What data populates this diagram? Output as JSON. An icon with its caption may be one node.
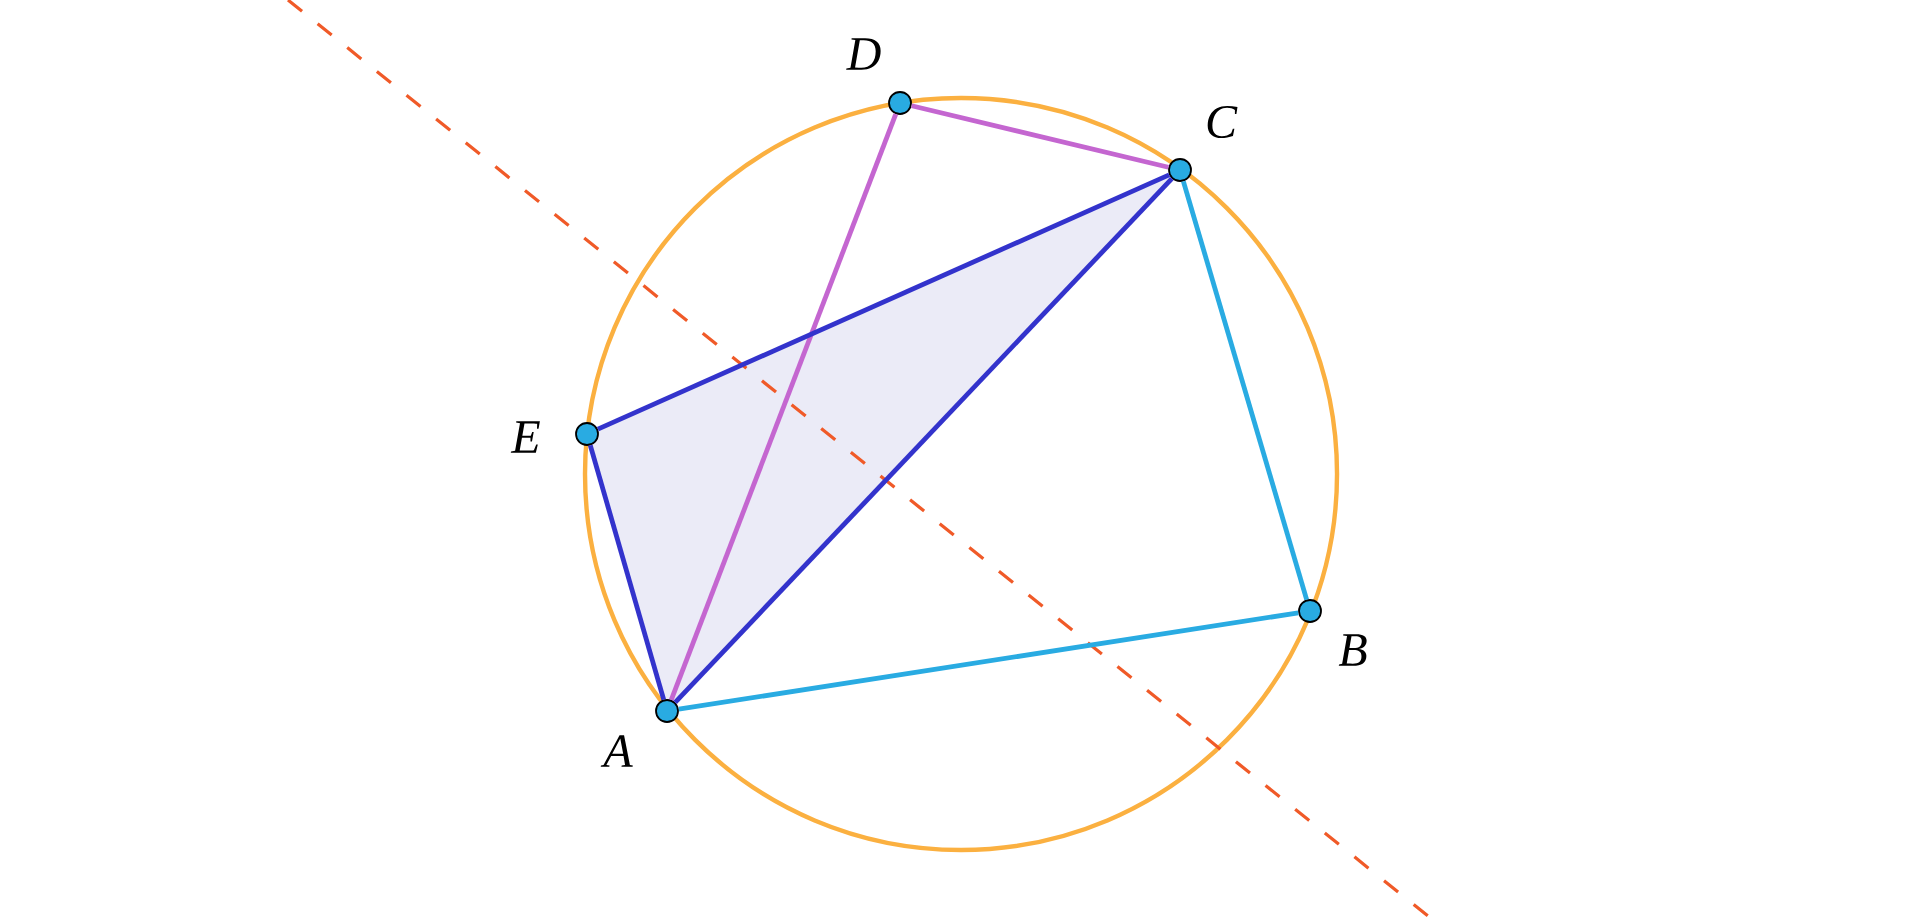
{
  "diagram": {
    "nodes": [
      {
        "text": [
          "A"
        ]
      },
      {
        "text": [
          "B"
        ]
      },
      {
        "text": [
          "C"
        ]
      },
      {
        "text": [
          "D"
        ]
      },
      {
        "text": [
          "E"
        ]
      }
    ],
    "edges": [
      {
        "from": 0,
        "to": 1,
        "arrow": "none",
        "color": "#29abe2"
      },
      {
        "from": 1,
        "to": 2,
        "arrow": "none",
        "color": "#29abe2"
      },
      {
        "from": 2,
        "to": 3,
        "arrow": "none",
        "color": "#c466d0"
      },
      {
        "from": 3,
        "to": 0,
        "arrow": "none",
        "color": "#c466d0"
      },
      {
        "from": 4,
        "to": 2,
        "arrow": "none",
        "color": "#3333cc"
      },
      {
        "from": 2,
        "to": 0,
        "arrow": "none",
        "color": "#3333cc"
      },
      {
        "from": 0,
        "to": 4,
        "arrow": "none",
        "color": "#3333cc"
      }
    ]
  }
}
